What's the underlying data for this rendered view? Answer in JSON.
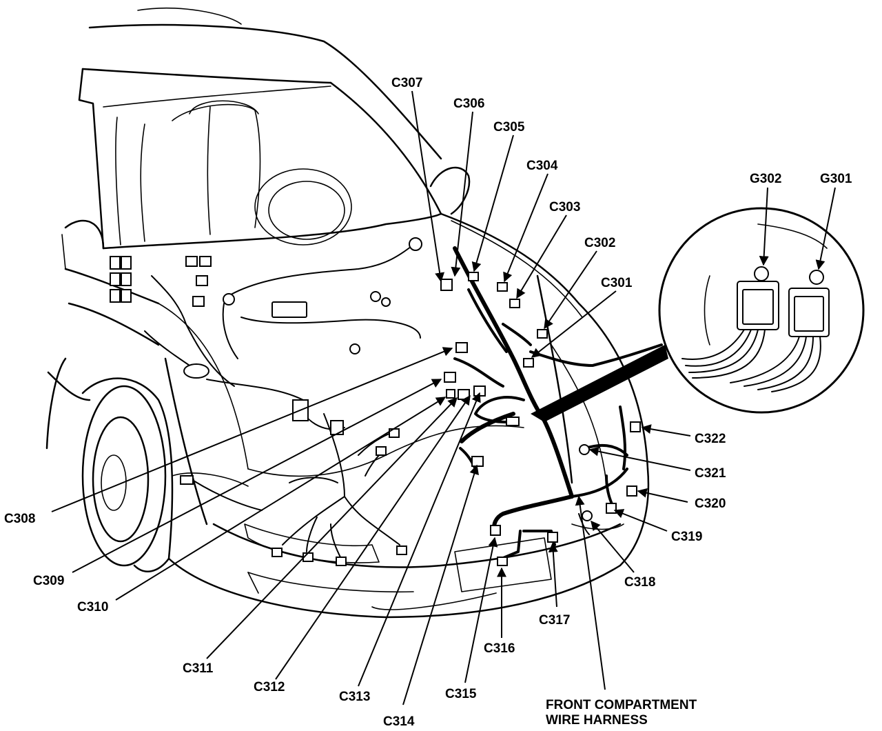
{
  "connectors": {
    "c301": "C301",
    "c302": "C302",
    "c303": "C303",
    "c304": "C304",
    "c305": "C305",
    "c306": "C306",
    "c307": "C307",
    "c308": "C308",
    "c309": "C309",
    "c310": "C310",
    "c311": "C311",
    "c312": "C312",
    "c313": "C313",
    "c314": "C314",
    "c315": "C315",
    "c316": "C316",
    "c317": "C317",
    "c318": "C318",
    "c319": "C319",
    "c320": "C320",
    "c321": "C321",
    "c322": "C322"
  },
  "grounds": {
    "g301": "G301",
    "g302": "G302"
  },
  "harness_label": {
    "line1": "FRONT COMPARTMENT",
    "line2": "WIRE HARNESS"
  }
}
